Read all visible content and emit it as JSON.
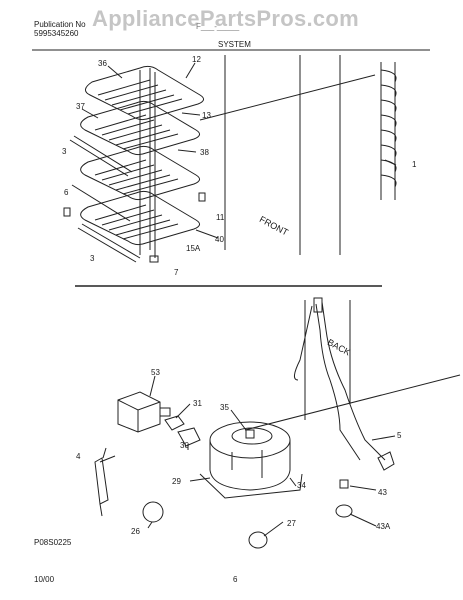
{
  "header": {
    "publication_label": "Publication No",
    "publication_number": "5995345260",
    "model_text": "F___-_____",
    "watermark": "AppliancePartsPros.com",
    "section_title": "SYSTEM"
  },
  "callouts": {
    "upper": [
      "36",
      "12",
      "37",
      "13",
      "3",
      "38",
      "6",
      "11",
      "40",
      "15A",
      "3",
      "7",
      "1"
    ],
    "lower": [
      "53",
      "31",
      "35",
      "4",
      "30",
      "29",
      "5",
      "34",
      "43",
      "26",
      "27",
      "43A"
    ]
  },
  "annotations": {
    "front": "FRONT",
    "back": "BACK",
    "figure_code": "P08S0225"
  },
  "footer": {
    "date": "10/00",
    "page": "6"
  }
}
